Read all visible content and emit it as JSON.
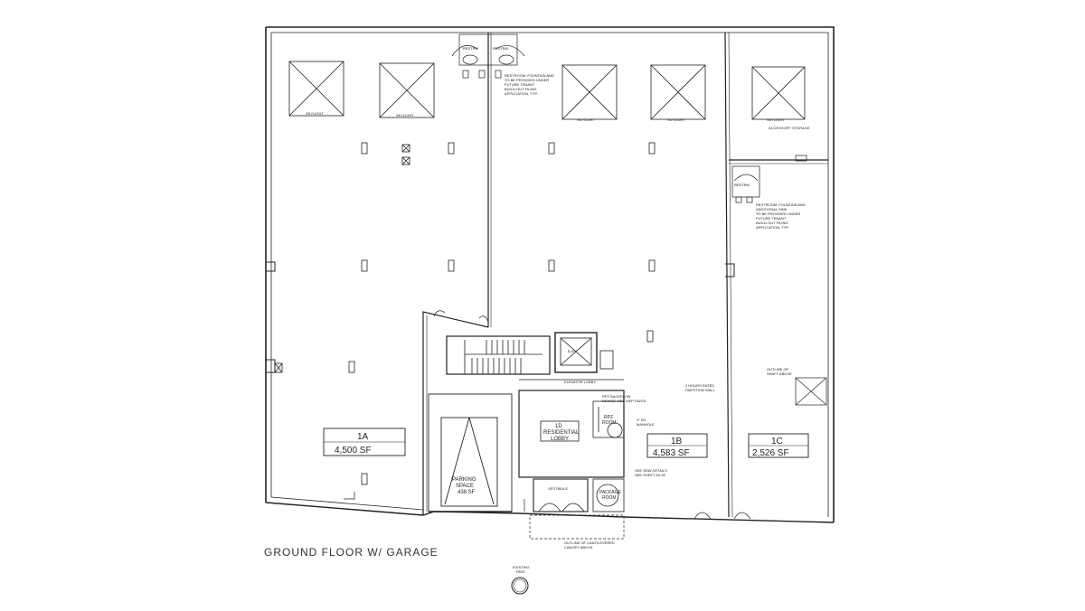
{
  "title": "GROUND FLOOR W/ GARAGE",
  "units": [
    {
      "id": "1A",
      "area": "4,500 SF"
    },
    {
      "id": "1B",
      "area": "4,583 SF"
    },
    {
      "id": "1C",
      "area": "2,526 SF"
    }
  ],
  "skylight_label": "SKYLIGHT",
  "rooms": {
    "accessory_storage": "ACCESSORY STORAGE",
    "parking": [
      "PARKING",
      "SPACE",
      "438 SF"
    ],
    "residential_lobby": [
      "1D",
      "RESIDENTIAL",
      "LOBBY"
    ],
    "elev": "ELEV.",
    "rpz_room": [
      "RPZ",
      "ROOM"
    ],
    "package_room": [
      "PACKAGE",
      "ROOM"
    ],
    "vestibule": "VESTIBULE",
    "elevator_lobby": "ELEVATOR LOBBY",
    "restroom": "RESTRM"
  },
  "notes": {
    "restroom_note_top": [
      "RESTROOM, FOUNTAIN AND",
      "TO BE PROVIDED UNDER",
      "FUTURE TENANT",
      "BUILD-OUT FILING",
      "APPLICATION, TYP."
    ],
    "restroom_note_right": [
      "RESTROOM, FOUNTAIN AND",
      "ADDITIONAL SINK",
      "TO BE PROVIDED UNDER",
      "FUTURE TENANT",
      "BUILD-OUT FILING",
      "APPLICATION, TYP."
    ],
    "partition": [
      "2 HOURS RATED",
      "PARTITION WALL"
    ],
    "shaft": [
      "OUTLINE OF",
      "SHAFT ABOVE"
    ],
    "rpz_device": [
      "RPZ BACKFLOW",
      "DEVICE, SEE MEP DWGS."
    ],
    "washer": [
      "3\" SG",
      "MANHOLE"
    ],
    "sidewalk": [
      "SEE SDW DETAILS",
      "SEE SHEET A0.05"
    ],
    "canopy": [
      "OUTLINE OF CANTILEVERED",
      "CANOPY ABOVE"
    ],
    "tree": [
      "EXISTING",
      "TREE"
    ]
  }
}
